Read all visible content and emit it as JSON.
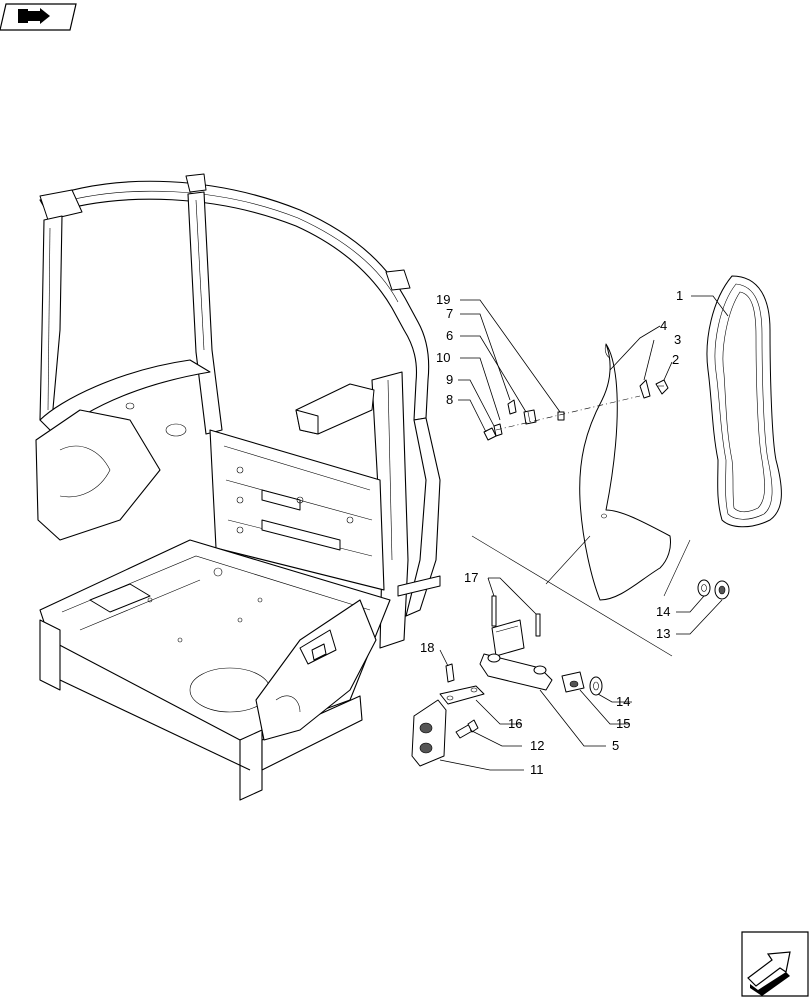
{
  "icons": {
    "top_left": "book-arrow-icon",
    "bottom_right": "next-page-arrow-icon"
  },
  "callouts": [
    {
      "id": "c1",
      "label": "1"
    },
    {
      "id": "c2",
      "label": "2"
    },
    {
      "id": "c3",
      "label": "3"
    },
    {
      "id": "c4",
      "label": "4"
    },
    {
      "id": "c5",
      "label": "5"
    },
    {
      "id": "c6",
      "label": "6"
    },
    {
      "id": "c7",
      "label": "7"
    },
    {
      "id": "c8",
      "label": "8"
    },
    {
      "id": "c9",
      "label": "9"
    },
    {
      "id": "c10",
      "label": "10"
    },
    {
      "id": "c11",
      "label": "11"
    },
    {
      "id": "c12",
      "label": "12"
    },
    {
      "id": "c13",
      "label": "13"
    },
    {
      "id": "c14a",
      "label": "14"
    },
    {
      "id": "c14b",
      "label": "14"
    },
    {
      "id": "c15",
      "label": "15"
    },
    {
      "id": "c16",
      "label": "16"
    },
    {
      "id": "c17",
      "label": "17"
    },
    {
      "id": "c18",
      "label": "18"
    },
    {
      "id": "c19",
      "label": "19"
    }
  ]
}
